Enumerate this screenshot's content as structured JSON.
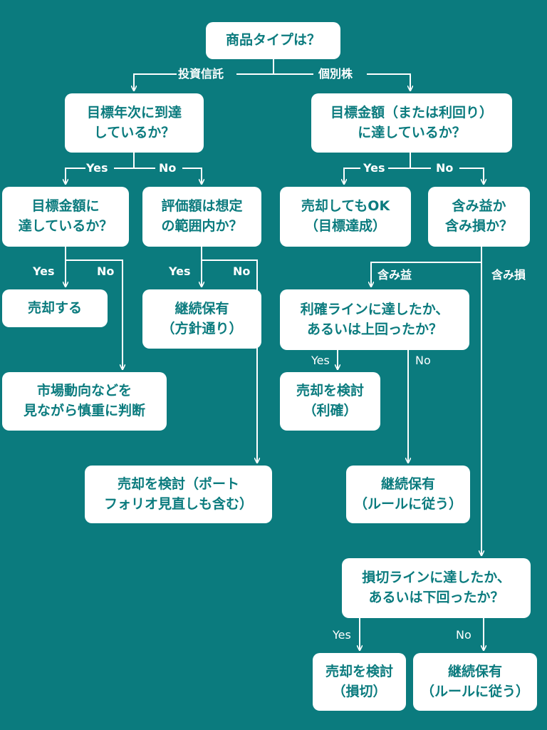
{
  "colors": {
    "background": "#0b7b7e",
    "box": "#ffffff",
    "box_text": "#0b7b7e",
    "line": "#ffffff"
  },
  "nodes": {
    "root": "商品タイプは？",
    "fund_goal_year": "目標年次に到達\nしているか？",
    "stock_goal_amount": "目標金額（または利回り）\nに達しているか？",
    "fund_goal_amount": "目標金額に\n達しているか？",
    "fund_valuation": "評価額は想定\nの範囲内か？",
    "stock_sell_ok": "売却してもOK\n（目標達成）",
    "stock_gain_loss": "含み益か\n含み損か？",
    "fund_sell": "売却する",
    "fund_hold_policy": "継続保有\n（方針通り）",
    "stock_take_profit_check": "利確ラインに達したか、\nあるいは上回ったか？",
    "fund_market_watch": "市場動向などを\n見ながら慎重に判断",
    "stock_take_profit_sell": "売却を検討\n（利確）",
    "fund_sell_review": "売却を検討（ポート\nフォリオ見直しも含む）",
    "stock_hold_rule_1": "継続保有\n（ルールに従う）",
    "stock_stop_loss_check": "損切ラインに達したか、\nあるいは下回ったか？",
    "stock_stop_loss_sell": "売却を検討\n（損切）",
    "stock_hold_rule_2": "継続保有\n（ルールに従う）"
  },
  "labels": {
    "fund": "投資信託",
    "stock": "個別株",
    "yes_1": "Yes",
    "no_1": "No",
    "yes_2": "Yes",
    "no_2": "No",
    "yes_3": "Yes",
    "no_3": "No",
    "yes_4": "Yes",
    "no_4": "No",
    "gain": "含み益",
    "loss": "含み損",
    "yes_5": "Yes",
    "no_5": "No",
    "yes_6": "Yes",
    "no_6": "No"
  }
}
